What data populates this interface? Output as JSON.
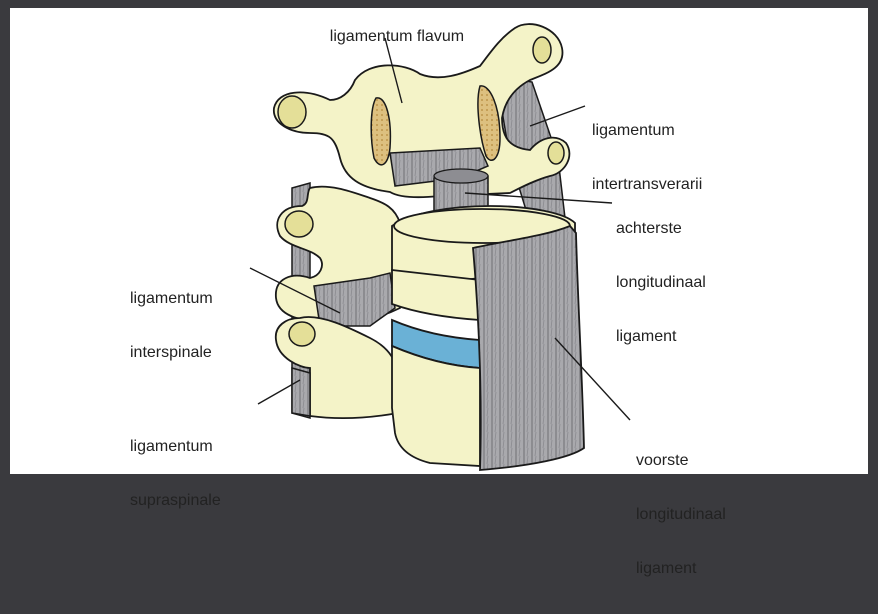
{
  "diagram": {
    "labels": {
      "flavum": "ligamentum flavum",
      "intertransverarii_1": "ligamentum",
      "intertransverarii_2": "intertransverarii",
      "achterste_1": "achterste",
      "achterste_2": "longitudinaal",
      "achterste_3": "ligament",
      "interspinale_1": "ligamentum",
      "interspinale_2": "interspinale",
      "supraspinale_1": "ligamentum",
      "supraspinale_2": "supraspinale",
      "voorste_1": "voorste",
      "voorste_2": "longitudinaal",
      "voorste_3": "ligament"
    },
    "colors": {
      "bone": "#f4f3c8",
      "ligament": "#a9a9ad",
      "disc": "#6ab1d6",
      "flavum": "#ddc07f",
      "outline": "#1a1a1a"
    }
  }
}
